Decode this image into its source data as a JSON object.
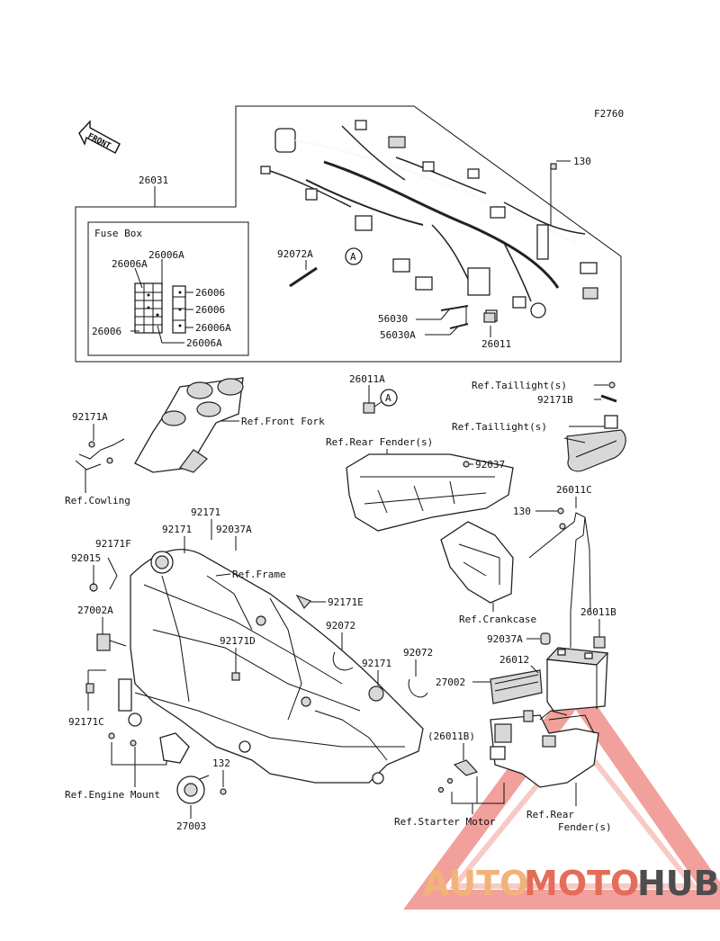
{
  "figure_id": "F2760",
  "front_arrow": "FRONT",
  "fuse_box": {
    "title": "Fuse Box",
    "labels": [
      "26006A",
      "26006A",
      "26006",
      "26006",
      "26006A",
      "26006",
      "26006A"
    ]
  },
  "callout_a": "A",
  "labels": {
    "p26031": "26031",
    "p130a": "130",
    "p92072a": "92072A",
    "p56030": "56030",
    "p56030a": "56030A",
    "p26011": "26011",
    "p26011a": "26011A",
    "ref_taillight1": "Ref.Taillight(s)",
    "p92171b": "92171B",
    "ref_taillight2": "Ref.Taillight(s)",
    "p92171a": "92171A",
    "ref_front_fork": "Ref.Front Fork",
    "ref_rear_fender": "Ref.Rear Fender(s)",
    "p92037": "92037",
    "ref_cowling": "Ref.Cowling",
    "p26011c": "26011C",
    "p130b": "130",
    "p92171_1": "92171",
    "p92171_2": "92171",
    "p92037a_1": "92037A",
    "p92171f": "92171F",
    "p92015": "92015",
    "ref_frame": "Ref.Frame",
    "p92171e": "92171E",
    "p27002a": "27002A",
    "p92072_1": "92072",
    "ref_crankcase": "Ref.Crankcase",
    "p26011b": "26011B",
    "p92171d": "92171D",
    "p92072_2": "92072",
    "p92037a_2": "92037A",
    "p92171_3": "92171",
    "p26012": "26012",
    "p27002": "27002",
    "p92171c": "92171C",
    "p26011b_paren": "(26011B)",
    "p132": "132",
    "ref_engine_mount": "Ref.Engine Mount",
    "ref_starter_motor": "Ref.Starter Motor",
    "ref_rear_fender2a": "Ref.Rear",
    "ref_rear_fender2b": "Fender(s)",
    "p27003": "27003"
  },
  "watermark": {
    "part1": "AUTO",
    "part2": "MOTO",
    "part3": "HUB",
    "colors": {
      "auto": "#f2b37a",
      "moto": "#e36d5a",
      "hub": "#4d4d4d",
      "triangle": "#e8544a"
    }
  }
}
